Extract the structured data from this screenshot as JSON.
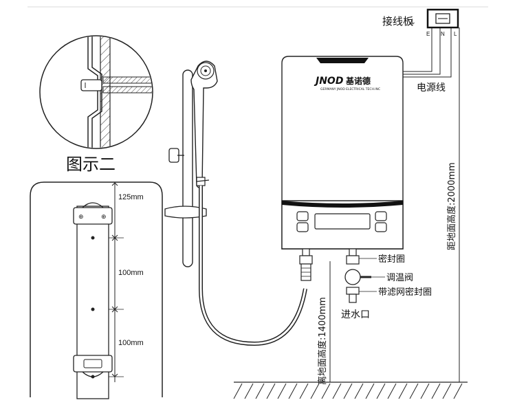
{
  "labels": {
    "terminal_board": "接线板",
    "power_cord": "电源线",
    "wire_e": "E",
    "wire_n": "N",
    "wire_l": "L",
    "figure_two": "图示二",
    "brand": "JNOD",
    "brand_cn": "基诺德",
    "brand_sub": "GERMANY JNOD ELECTRICAL TECH.INC",
    "seal_ring": "密封圈",
    "temp_valve": "调温阀",
    "filter_seal_ring": "带滤网密封圈",
    "water_inlet": "进水口",
    "height_2000": "距地面高度:2000mm",
    "height_1400": "离地面高度:1400mm",
    "dim_125": "125mm",
    "dim_100_a": "100mm",
    "dim_100_b": "100mm"
  },
  "colors": {
    "stroke": "#1a1a1a",
    "heater_body": "#ffffff",
    "display_panel": "#111111"
  }
}
